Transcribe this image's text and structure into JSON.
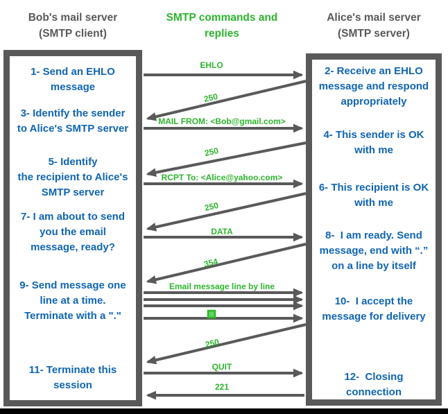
{
  "colors": {
    "arrow_gray": "#595959",
    "step_blue": "#1065b2",
    "command_green": "#2db52d",
    "bottom_bar_black": "#000000"
  },
  "header": {
    "left": {
      "text": "Bob's mail server\n(SMTP client)"
    },
    "center": {
      "text": "SMTP commands and\nreplies"
    },
    "right": {
      "text": "Alice's mail server\n(SMTP server)"
    }
  },
  "client_steps": [
    {
      "text": "1- Send an EHLO\nmessage"
    },
    {
      "text": "3- Identify the sender\nto Alice's SMTP server"
    },
    {
      "text": "5- Identify\nthe recipient to Alice's\nSMTP server"
    },
    {
      "text": "7- I am about to send\nyou the email\nmessage, ready?"
    },
    {
      "text": "9- Send message one\nline at a time.\nTerminate with a \".\""
    },
    {
      "text": "11- Terminate this\nsession"
    }
  ],
  "server_steps": [
    {
      "text": "2- Receive an EHLO\nmessage and respond\nappropriately"
    },
    {
      "text": "4- This sender is OK\nwith me"
    },
    {
      "text": "6- This recipient is OK\nwith me"
    },
    {
      "text": "8-  I am ready. Send\nmessage, end with “.”\non a line by itself"
    },
    {
      "text": "10-  I accept the\nmessage for delivery"
    },
    {
      "text": "12-  Closing\nconnection"
    }
  ],
  "messages": [
    {
      "label": "EHLO",
      "direction": "client-to-server"
    },
    {
      "label": "250",
      "direction": "server-to-client"
    },
    {
      "label": "MAIL FROM: <Bob@gmail.com>",
      "direction": "client-to-server"
    },
    {
      "label": "250",
      "direction": "server-to-client"
    },
    {
      "label": "RCPT To: <Alice@yahoo.com>",
      "direction": "client-to-server"
    },
    {
      "label": "250",
      "direction": "server-to-client"
    },
    {
      "label": "DATA",
      "direction": "client-to-server"
    },
    {
      "label": "354",
      "direction": "server-to-client"
    },
    {
      "label": "Email message line by line",
      "direction": "client-to-server"
    },
    {
      "label": "250",
      "direction": "server-to-client"
    },
    {
      "label": "QUIT",
      "direction": "client-to-server"
    },
    {
      "label": "221",
      "direction": "server-to-client"
    }
  ],
  "terminator_marker": {
    "meaning": "end-of-message dot",
    "symbol": "."
  }
}
